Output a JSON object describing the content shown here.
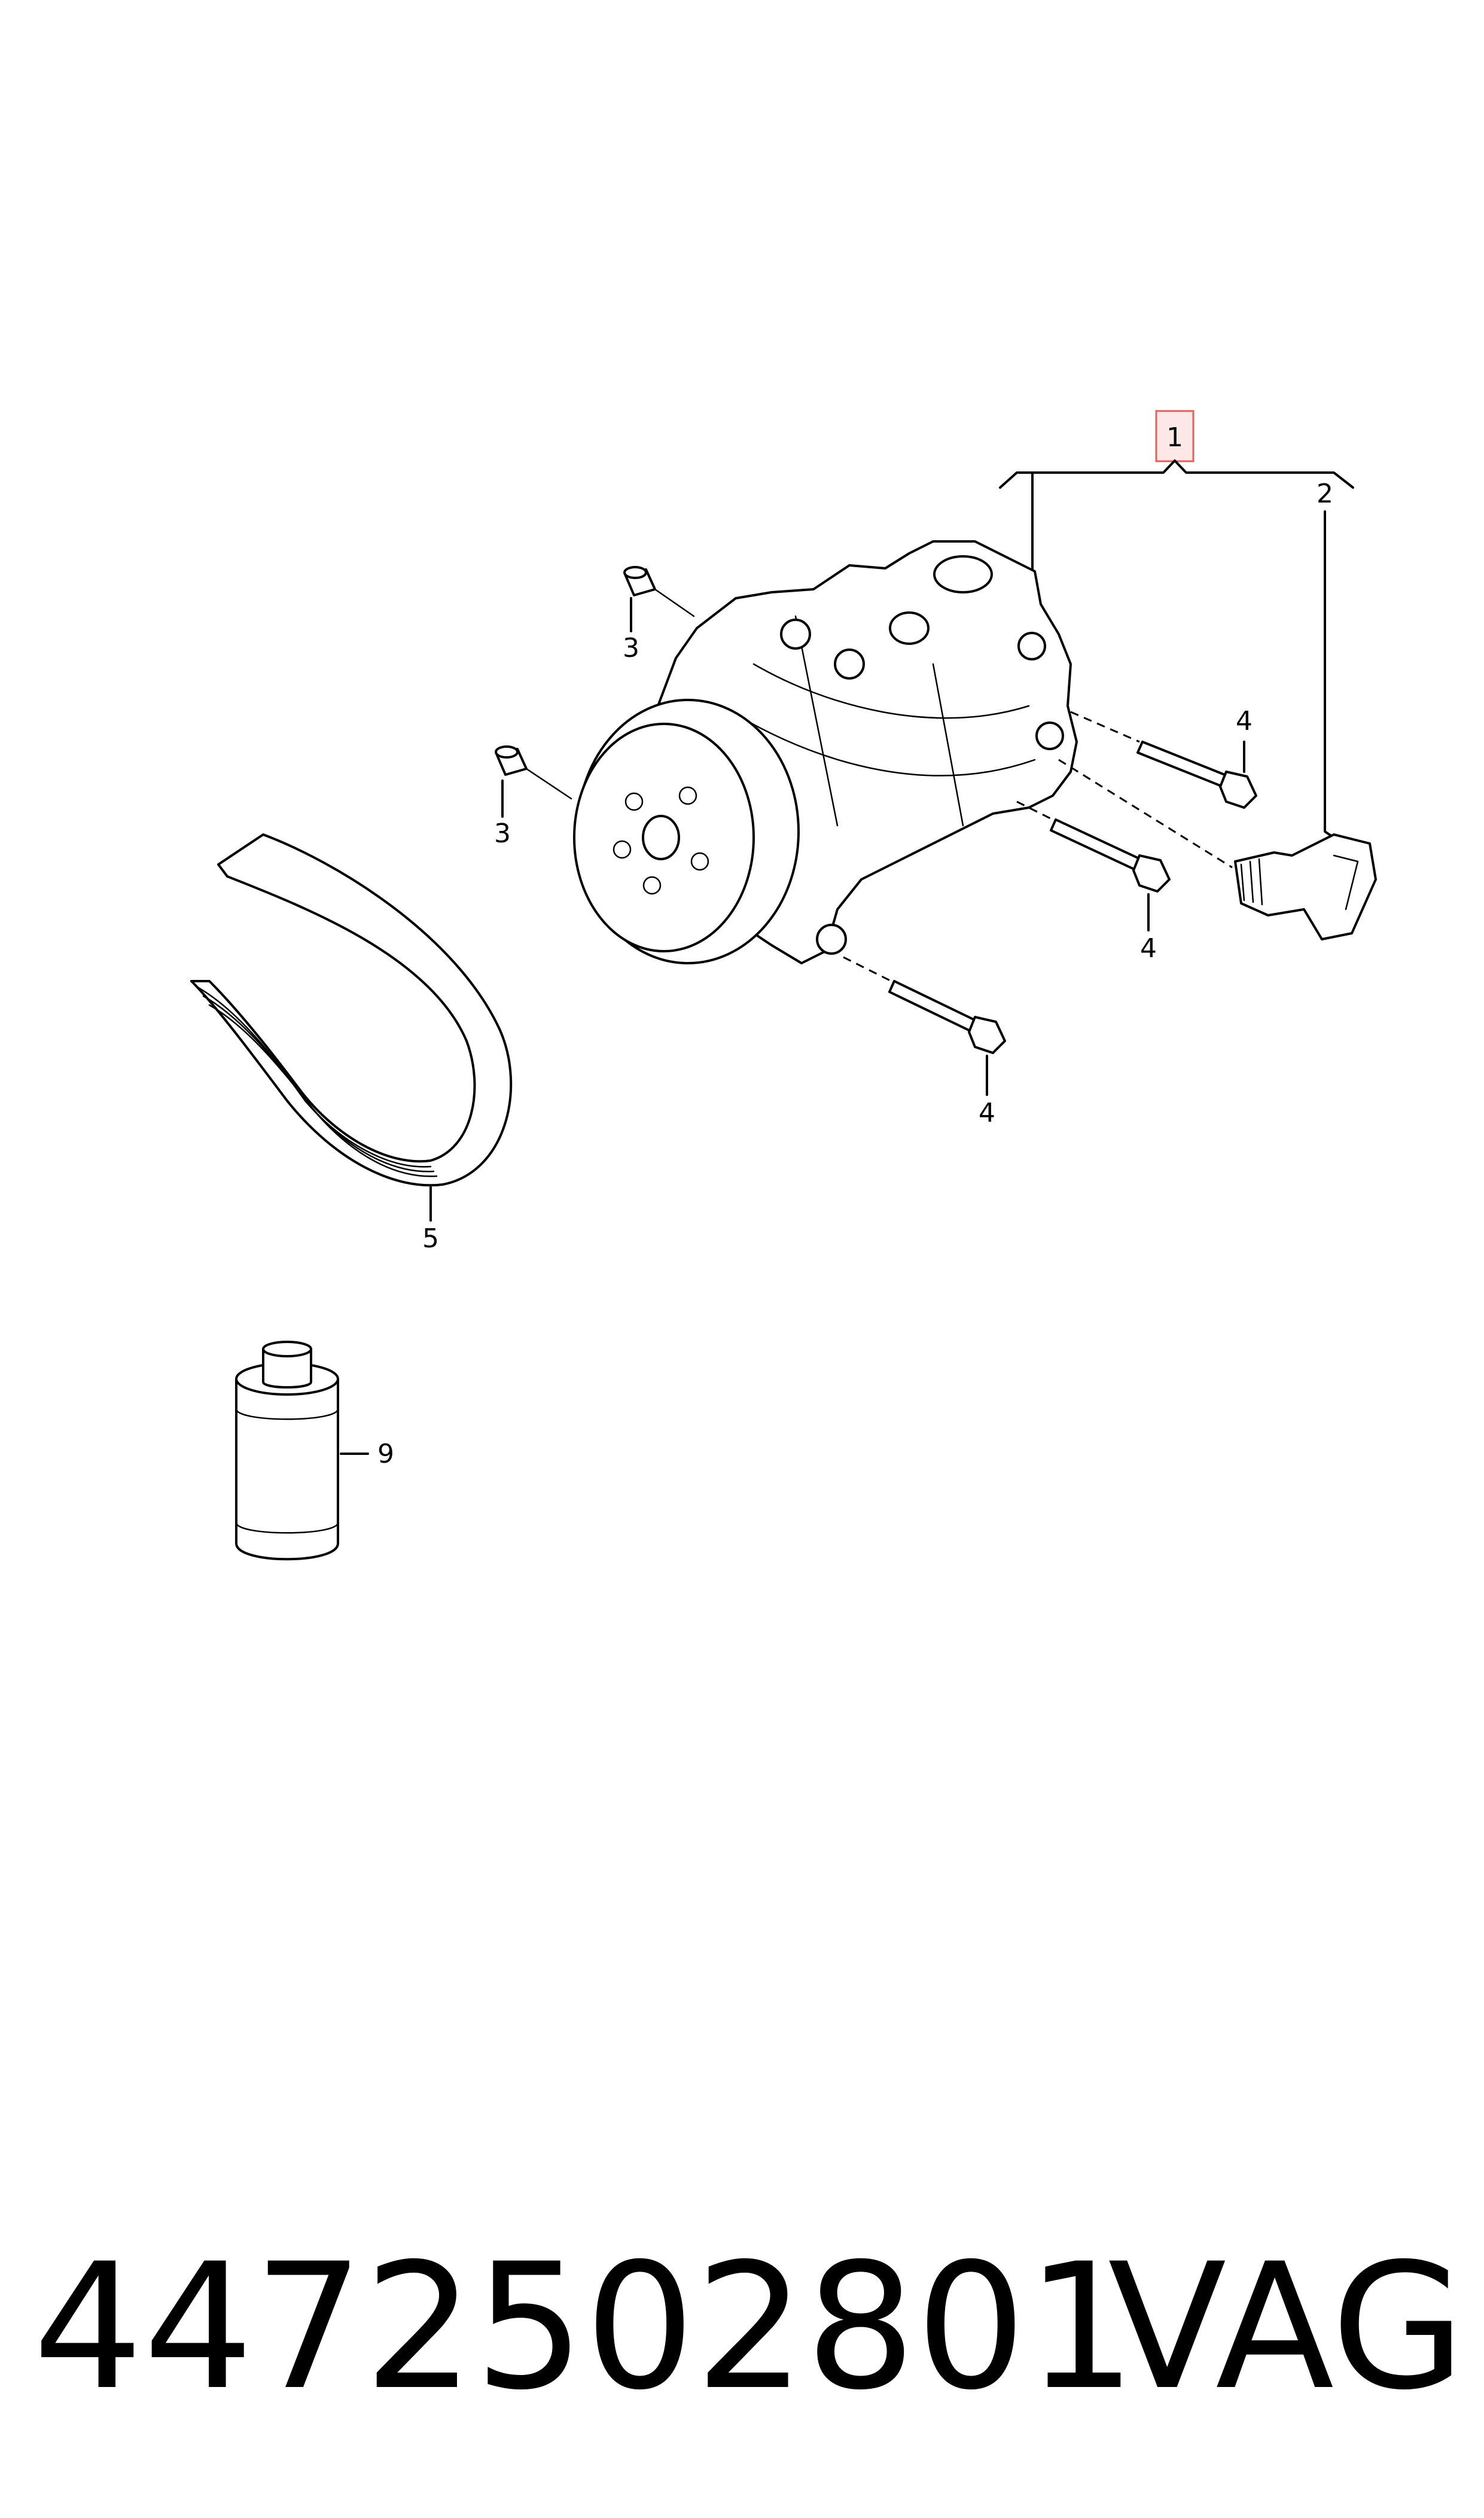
{
  "callouts": {
    "c1": "1",
    "c2": "2",
    "c3a": "3",
    "c3b": "3",
    "c4a": "4",
    "c4b": "4",
    "c4c": "4",
    "c5": "5",
    "c9": "9"
  },
  "footer": {
    "part_number": "4472502801",
    "brand": "VAG"
  },
  "colors": {
    "highlight_box_stroke": "#e06060",
    "highlight_box_fill": "#fde8e8"
  }
}
